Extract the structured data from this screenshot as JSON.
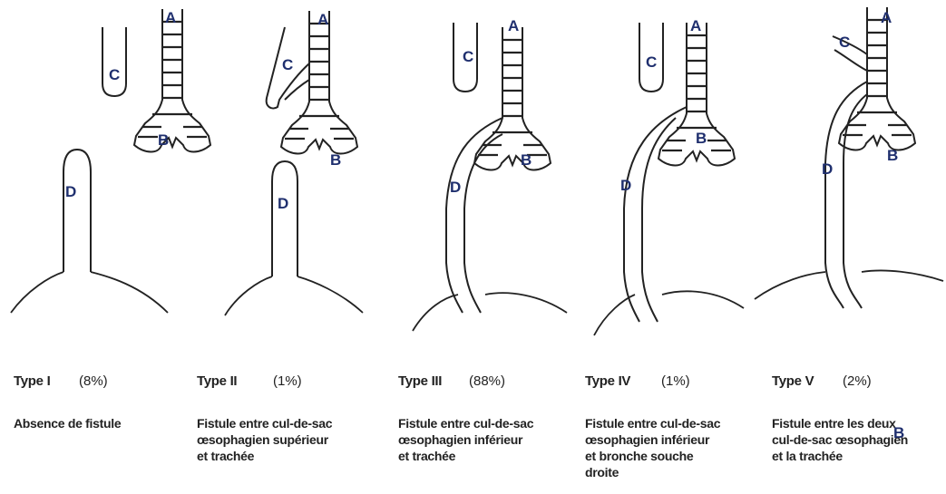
{
  "labels": {
    "trachea": "A",
    "carina": "B",
    "upper_pouch": "C",
    "lower_esophagus": "D"
  },
  "label_color": "#1f2f6e",
  "types": [
    {
      "name": "Type I",
      "percent": "(8%)",
      "description": [
        "Absence de fistule"
      ]
    },
    {
      "name": "Type II",
      "percent": "(1%)",
      "description": [
        "Fistule entre cul-de-sac",
        "œsophagien supérieur",
        "et trachée"
      ]
    },
    {
      "name": "Type III",
      "percent": "(88%)",
      "description": [
        "Fistule entre cul-de-sac",
        "œsophagien inférieur",
        "et trachée"
      ]
    },
    {
      "name": "Type IV",
      "percent": "(1%)",
      "description": [
        "Fistule entre cul-de-sac",
        "œsophagien inférieur",
        "et bronche souche",
        "droite"
      ]
    },
    {
      "name": "Type V",
      "percent": "(2%)",
      "description": [
        "Fistule entre les deux",
        "cul-de-sac œsophagien",
        "et la trachée"
      ]
    }
  ]
}
